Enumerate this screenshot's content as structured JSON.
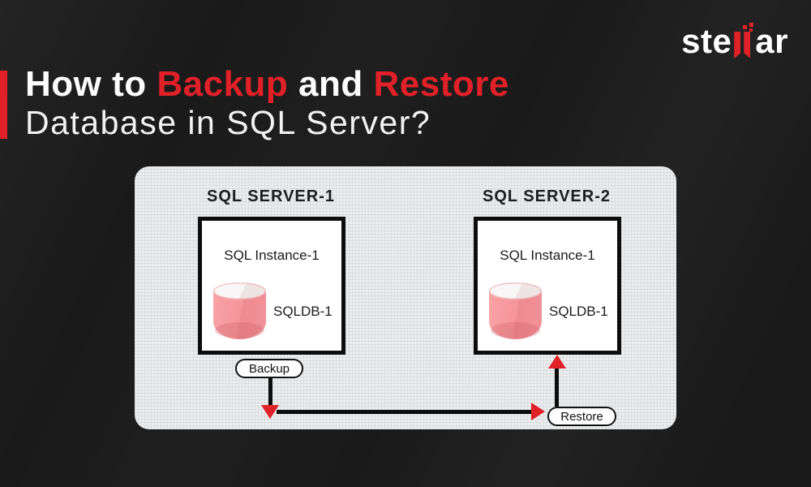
{
  "header": {
    "logo": {
      "pre": "ste",
      "post": "ar"
    },
    "title": {
      "w1": "How to ",
      "r1": "Backup",
      "w2": " and ",
      "r2": "Restore",
      "line2": "Database in SQL Server?"
    }
  },
  "diagram": {
    "servers": [
      {
        "title": "SQL SERVER-1",
        "instance": "SQL Instance-1",
        "db": "SQLDB-1"
      },
      {
        "title": "SQL SERVER-2",
        "instance": "SQL Instance-1",
        "db": "SQLDB-1"
      }
    ],
    "backup_label": "Backup",
    "restore_label": "Restore"
  },
  "colors": {
    "accent_red": "#e02128",
    "panel_bg": "#ecedee",
    "background": "#1a1a1a",
    "cylinder_pink": "#f59499"
  }
}
